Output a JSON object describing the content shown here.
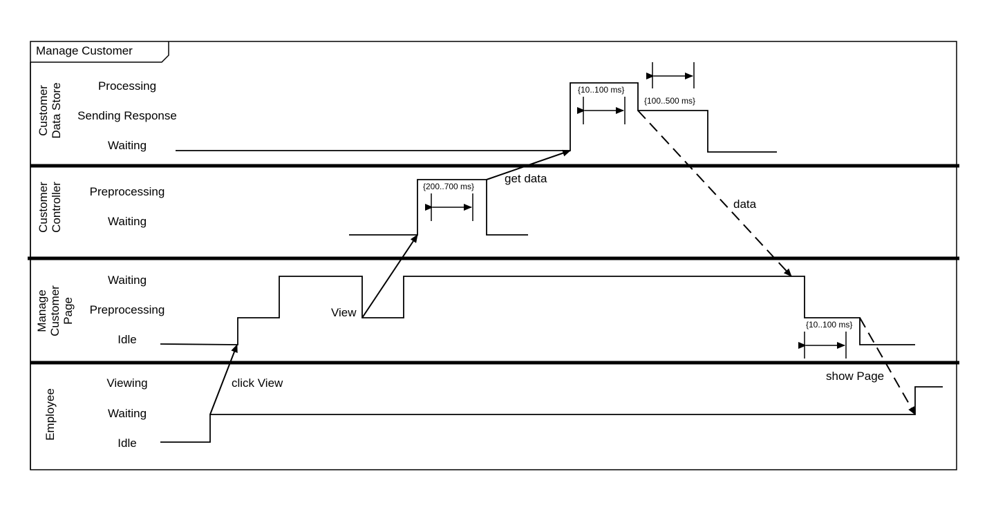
{
  "frame": {
    "title": "Manage Customer"
  },
  "lanes": [
    {
      "key": "customer_data_store",
      "name_lines": [
        "Customer",
        "Data Store"
      ],
      "states": [
        "Processing",
        "Sending Response",
        "Waiting"
      ]
    },
    {
      "key": "customer_controller",
      "name_lines": [
        "Customer",
        "Controller"
      ],
      "states": [
        "Preprocessing",
        "Waiting"
      ]
    },
    {
      "key": "manage_customer_page",
      "name_lines": [
        "Manage",
        "Customer",
        "Page"
      ],
      "states": [
        "Waiting",
        "Preprocessing",
        "Idle"
      ]
    },
    {
      "key": "employee",
      "name_lines": [
        "Employee"
      ],
      "states": [
        "Viewing",
        "Waiting",
        "Idle"
      ]
    }
  ],
  "messages": {
    "click_view": "click View",
    "view": "View",
    "get_data": "get data",
    "data": "data",
    "show_page": "show Page"
  },
  "constraints": {
    "store_processing": "{10..100 ms}",
    "store_response": "{100..500 ms}",
    "controller_preprocessing": "{200..700 ms}",
    "page_preprocessing": "{10..100 ms}"
  }
}
